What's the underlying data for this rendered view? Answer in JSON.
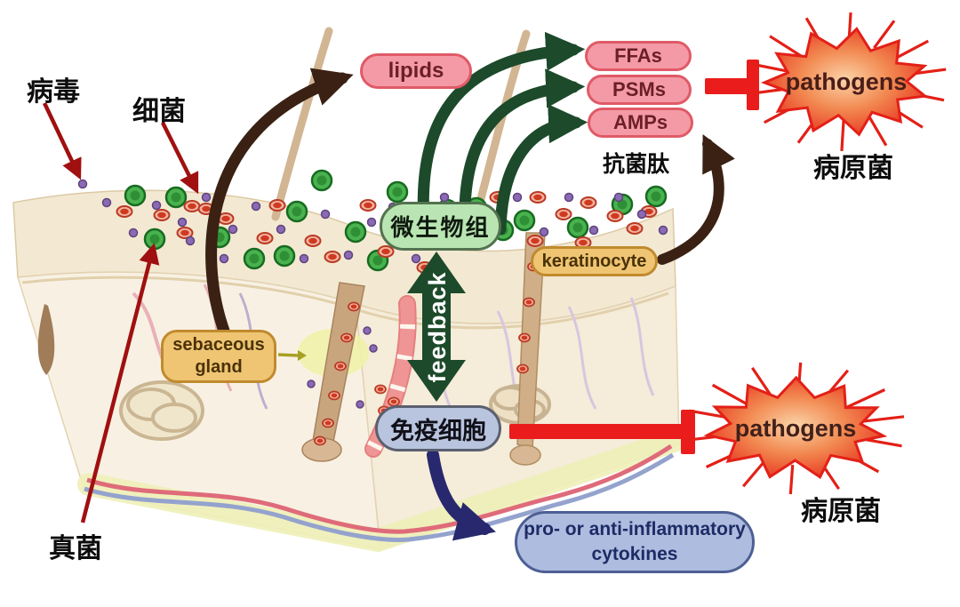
{
  "diagram": {
    "labels": {
      "virus": "病毒",
      "bacteria": "细菌",
      "fungus": "真菌",
      "antimicrobial_peptides": "抗菌肽",
      "pathogen_cn_top": "病原菌",
      "pathogen_cn_bottom": "病原菌"
    },
    "nodes": {
      "lipids": {
        "label": "lipids"
      },
      "ffas": {
        "label": "FFAs"
      },
      "psms": {
        "label": "PSMs"
      },
      "amps": {
        "label": "AMPs"
      },
      "microbiome": {
        "label": "微生物组"
      },
      "keratinocyte": {
        "label": "keratinocyte"
      },
      "sebaceous_gland": {
        "line1": "sebaceous",
        "line2": "gland"
      },
      "immune_cells": {
        "label": "免疫细胞"
      },
      "cytokines": {
        "line1": "pro- or anti-inflammatory",
        "line2": "cytokines"
      },
      "pathogens_top": {
        "label": "pathogens"
      },
      "pathogens_bottom": {
        "label": "pathogens"
      },
      "feedback_arrow": {
        "label": "feedback"
      }
    },
    "colors": {
      "pill_pink": "#f49aa6",
      "pill_pink_border": "#e05a67",
      "pill_green": "#b9e5b2",
      "pill_tan": "#efc573",
      "pill_blue": "#b9c4de",
      "arrow_green": "#1c4a2a",
      "arrow_brown": "#3a2113",
      "arrow_navy": "#28286e",
      "pointer_red": "#a01010",
      "inhibit_red": "#ea1c1c",
      "burst_edge": "#e5301f"
    }
  }
}
